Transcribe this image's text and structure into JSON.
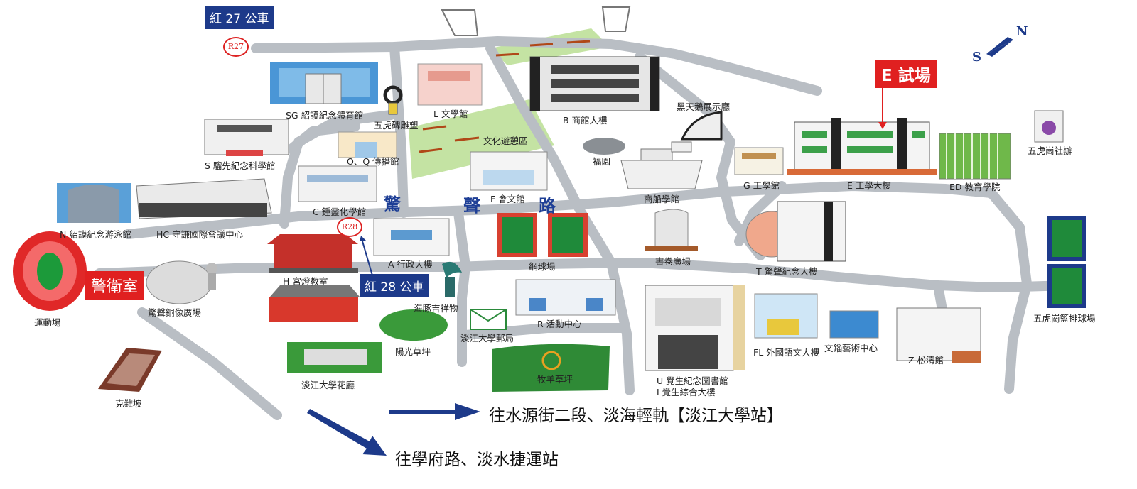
{
  "map": {
    "compass": {
      "north": "N",
      "south": "S"
    },
    "buses": {
      "red27": "紅 27 公車",
      "red28": "紅 28 公車"
    },
    "stops": {
      "r27": "R27",
      "r28": "R28"
    },
    "exam_site": "E 試場",
    "guard_room": "警衛室",
    "road_name": [
      "驚",
      "聲",
      "路"
    ],
    "directions": {
      "to_shuiyuan": "往水源街二段、淡海輕軌【淡江大學站】",
      "to_xuefu": "往學府路、淡水捷運站"
    },
    "buildings": {
      "sg": "SG 紹謨紀念體育館",
      "s": "S 騮先紀念科學館",
      "l": "L 文學館",
      "wuhu_sculpture": "五虎碑雕塑",
      "oq": "O、Q 傳播館",
      "leisure": "文化遊憩區",
      "b": "B 商館大樓",
      "black_swan": "黑天鵝展示廳",
      "fu_garden": "福園",
      "f": "F 會文館",
      "c": "C 鍾靈化學館",
      "merchant_ship": "商船學館",
      "g": "G 工學館",
      "e": "E 工學大樓",
      "ed": "ED 教育學院",
      "wuhu_club": "五虎崗社辦",
      "n": "N 紹謨紀念游泳館",
      "hc": "HC 守謙國際會議中心",
      "a": "A 行政大樓",
      "tennis": "網球場",
      "book_square": "書卷廣場",
      "t": "T 驚聲紀念大樓",
      "stadium": "運動場",
      "statue_square": "驚聲銅像廣場",
      "h": "H 宮燈教室",
      "dolphin": "海豚吉祥物",
      "post": "淡江大學郵局",
      "r": "R 活動中心",
      "fl": "FL 外國語文大樓",
      "wenxi": "文錙藝術中心",
      "z": "Z 松濤館",
      "courts": "五虎崗籃排球場",
      "sunshine": "陽光草坪",
      "herd": "牧羊草坪",
      "u": "U 覺生紀念圖書館",
      "i": "I 覺生綜合大樓",
      "flower": "淡江大學花廳",
      "kenai": "克難坡"
    },
    "colors": {
      "road": "#b9bec4",
      "lawn": "#bfe09a",
      "red": "#e02020",
      "navy": "#1d3a8a",
      "court": "#1f8a3a"
    }
  }
}
